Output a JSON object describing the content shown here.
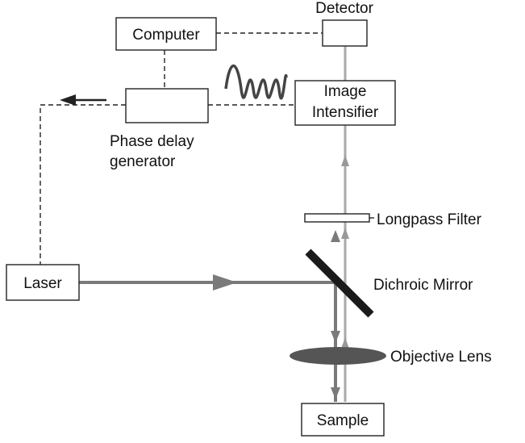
{
  "labels": {
    "detector": "Detector",
    "computer": "Computer",
    "image_intensifier_line1": "Image",
    "image_intensifier_line2": "Intensifier",
    "phase_delay_line1": "Phase delay",
    "phase_delay_line2": "generator",
    "laser": "Laser",
    "longpass_filter": "Longpass Filter",
    "dichroic_mirror": "Dichroic Mirror",
    "objective_lens": "Objective Lens",
    "sample": "Sample"
  },
  "colors": {
    "beam": "#7a7a7a",
    "beam_light": "#aaaaaa",
    "outline": "#222222",
    "mirror": "#1a1a1a",
    "lens": "#555555"
  }
}
